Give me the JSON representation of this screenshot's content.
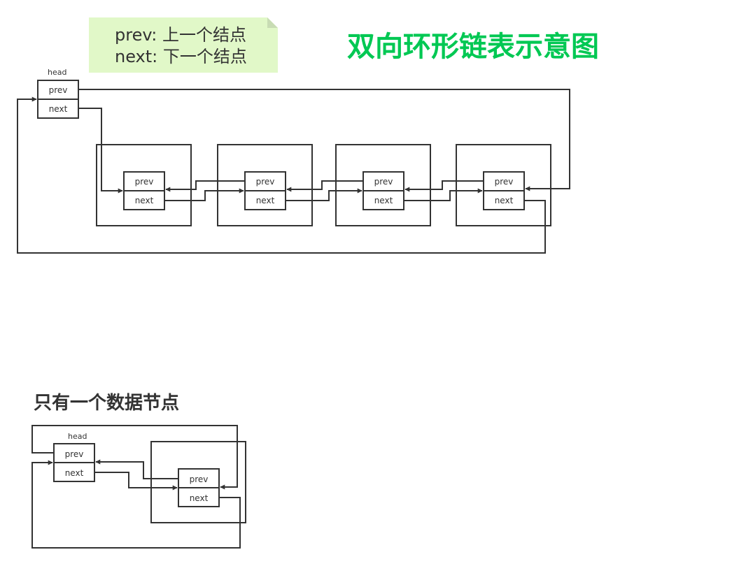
{
  "note": {
    "line1": "prev: 上一个结点",
    "line2": "next: 下一个结点",
    "bg_color": "#e1f8c8"
  },
  "title": {
    "text": "双向环形链表示意图",
    "color": "#00c853"
  },
  "section2_title": "只有一个数据节点",
  "diagram1": {
    "head_label": "head",
    "head_fields": [
      "prev",
      "next"
    ],
    "nodes": [
      {
        "fields": [
          "prev",
          "next"
        ]
      },
      {
        "fields": [
          "prev",
          "next"
        ]
      },
      {
        "fields": [
          "prev",
          "next"
        ]
      },
      {
        "fields": [
          "prev",
          "next"
        ]
      }
    ]
  },
  "diagram2": {
    "head_label": "head",
    "head_fields": [
      "prev",
      "next"
    ],
    "nodes": [
      {
        "fields": [
          "prev",
          "next"
        ]
      }
    ]
  }
}
